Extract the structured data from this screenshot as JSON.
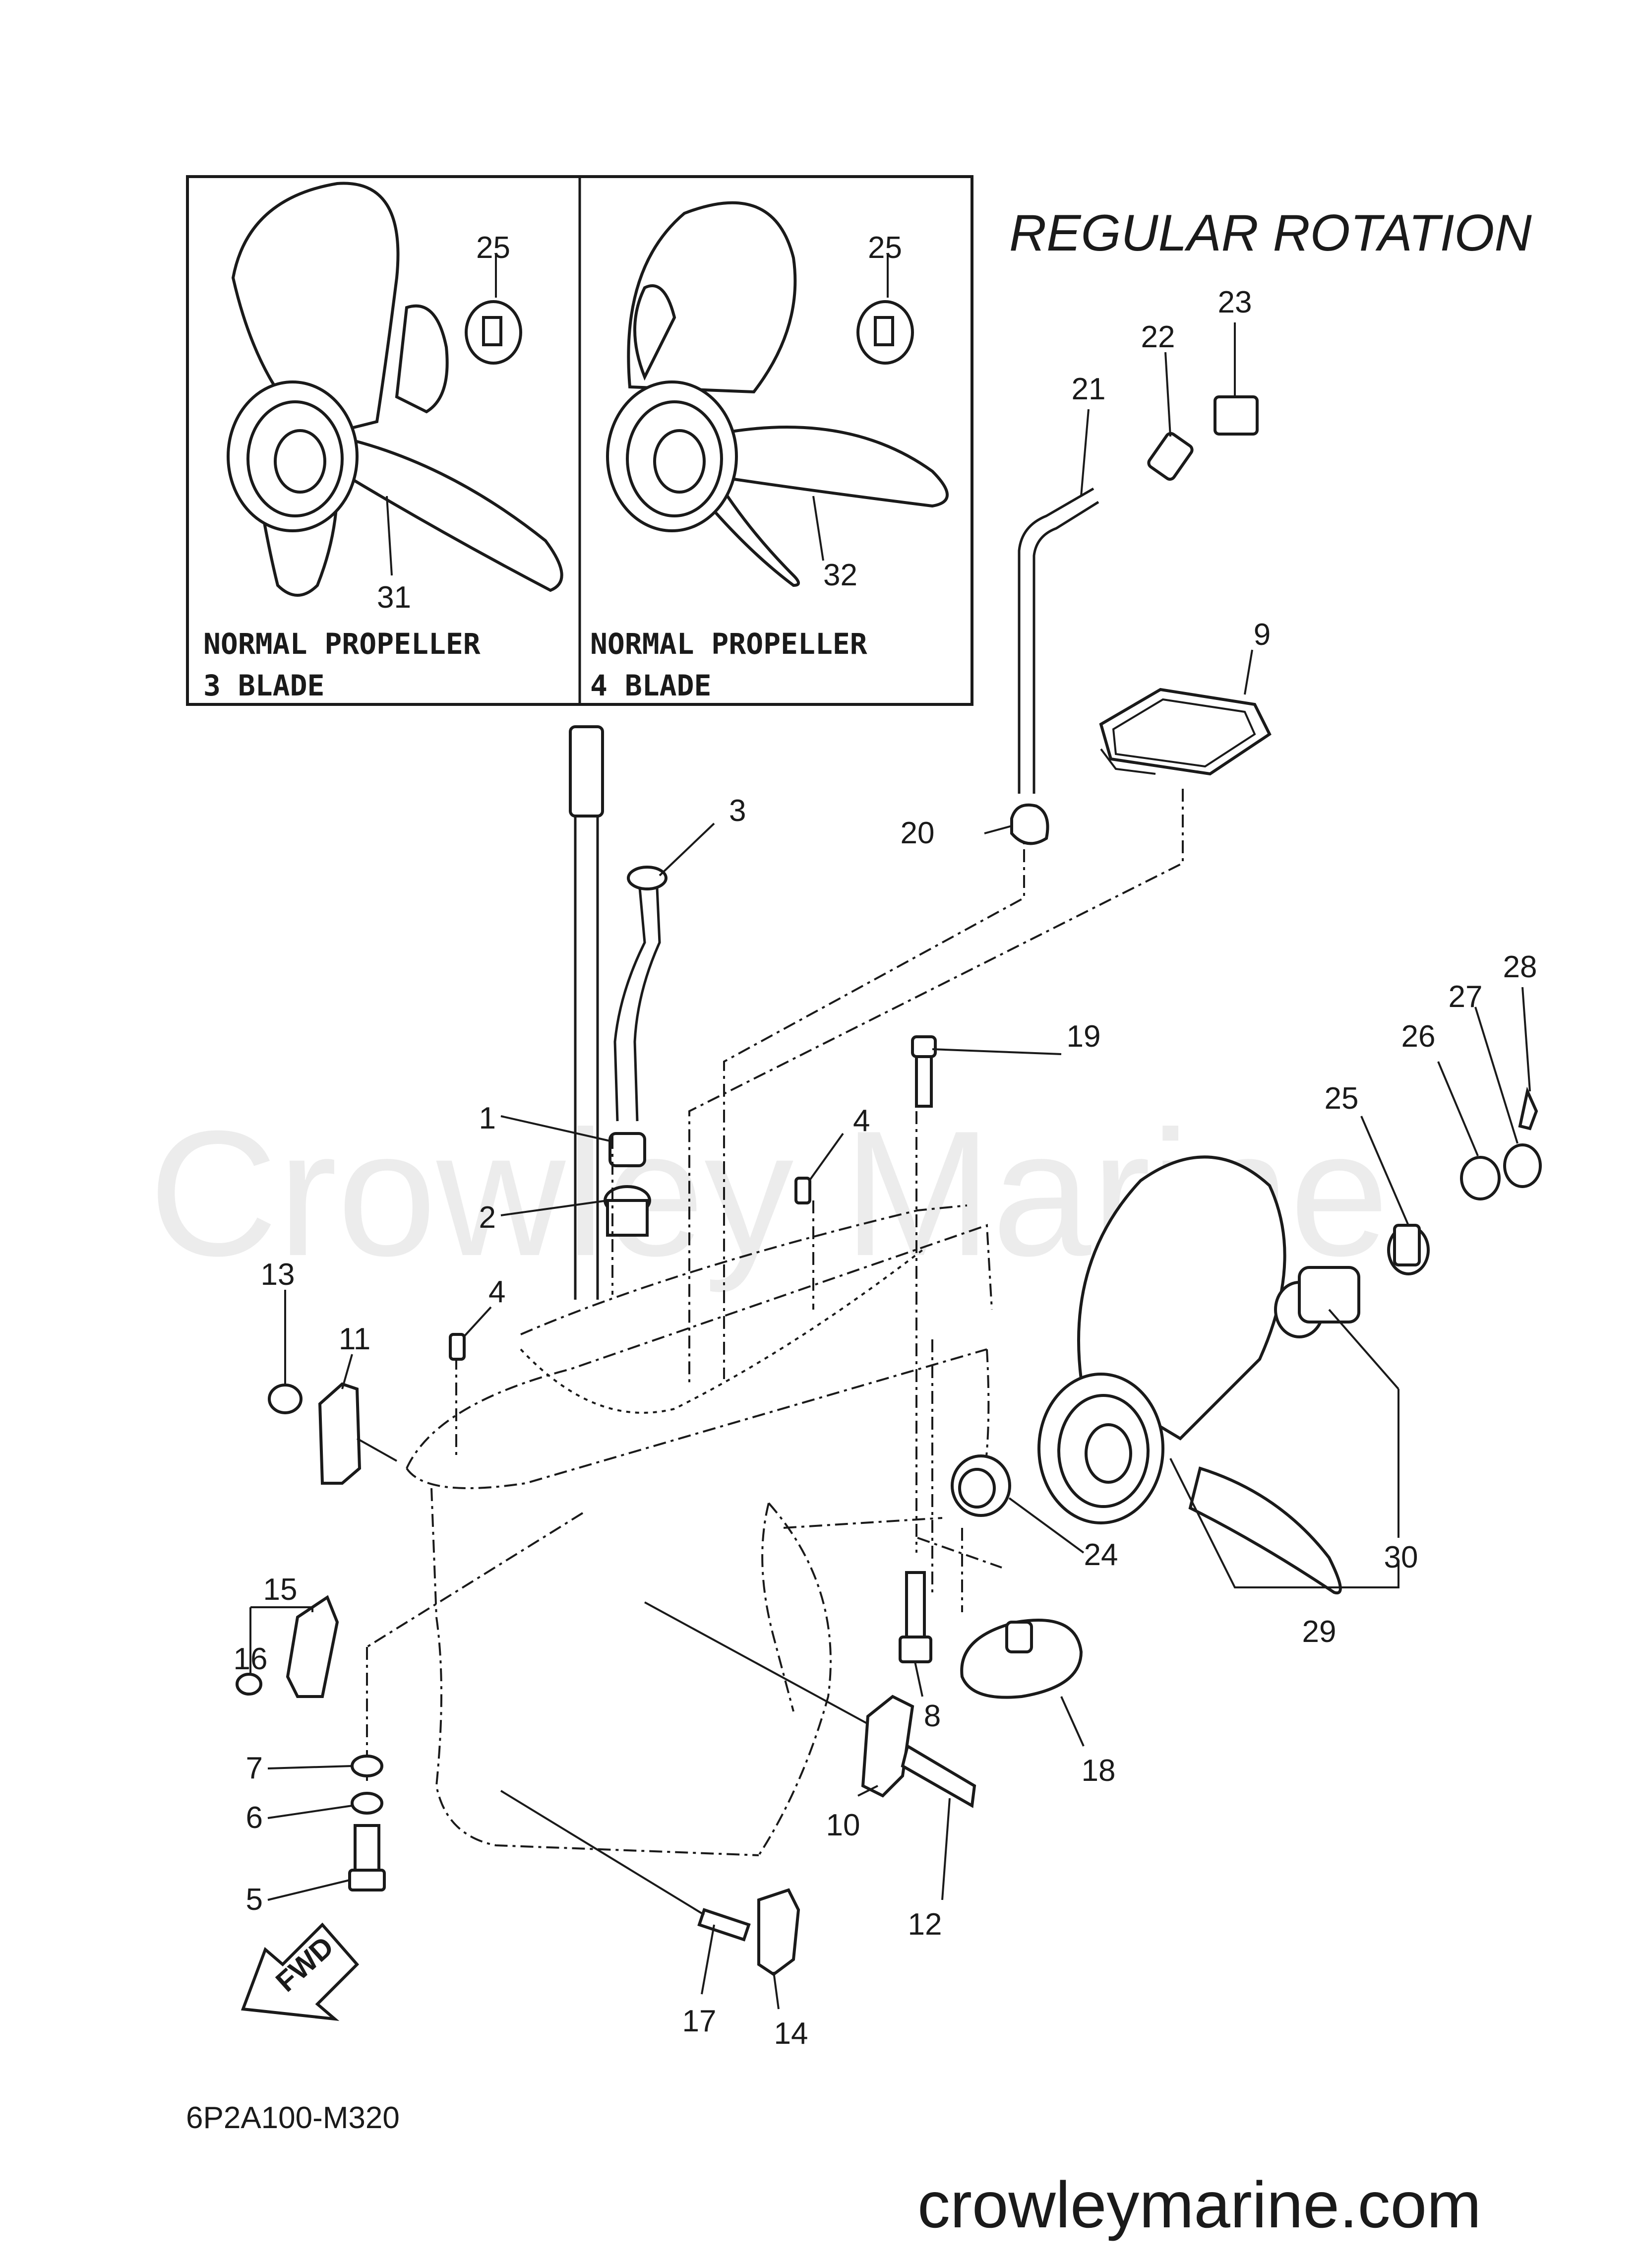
{
  "title": "REGULAR ROTATION",
  "diagram_code": "6P2A100-M320",
  "watermark": "Crowley Marine",
  "footer_url": "crowleymarine.com",
  "fwd_arrow_label": "FWD",
  "insets": [
    {
      "caption_line1": "NORMAL PROPELLER",
      "caption_line2": "3 BLADE",
      "part_labels": [
        "25",
        "31"
      ]
    },
    {
      "caption_line1": "NORMAL PROPELLER",
      "caption_line2": "4 BLADE",
      "part_labels": [
        "25",
        "32"
      ]
    }
  ],
  "callouts": [
    "1",
    "2",
    "3",
    "4",
    "4",
    "5",
    "6",
    "7",
    "8",
    "9",
    "10",
    "11",
    "12",
    "13",
    "14",
    "15",
    "16",
    "17",
    "18",
    "19",
    "20",
    "21",
    "22",
    "23",
    "24",
    "25",
    "26",
    "27",
    "28",
    "29",
    "30"
  ]
}
